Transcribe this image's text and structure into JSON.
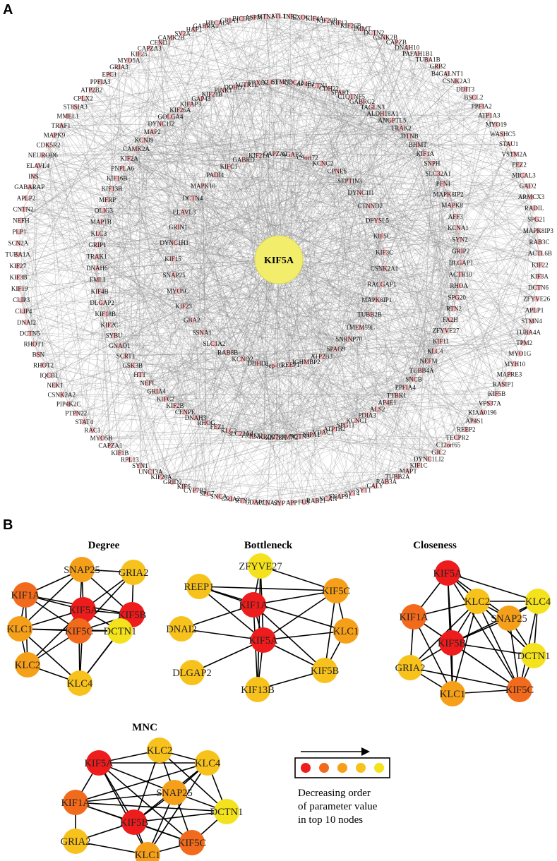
{
  "panels": {
    "a_letter": "A",
    "b_letter": "B"
  },
  "panel_a": {
    "hub": "KIF5A",
    "outer_ring": [
      "KTN1",
      "ATL1",
      "INF2",
      "EXOC1",
      "KIF4A",
      "KIF20B",
      "KIF12",
      "KIF26B",
      "IMMT",
      "DCTN2",
      "CSNK2B",
      "CAPZB",
      "DNAH10",
      "PAFAH1B1",
      "TUBA1B",
      "GRB2",
      "B4GALNT1",
      "CSNK2A3",
      "DDIT3",
      "BSCL2",
      "PPFIA2",
      "ATP1A3",
      "MYO19",
      "WASHC5",
      "STAU1",
      "VSTM2A",
      "FEZ2",
      "MICAL3",
      "GAD2",
      "ARMCX3",
      "RADIL",
      "SPG21",
      "MAPK8IP3",
      "RAB3C",
      "ACTL6B",
      "KIF22",
      "KIF3A",
      "DCTN6",
      "ZFYVE26",
      "APLP1",
      "STMN4",
      "TUBA4A",
      "TPM2",
      "MYO1G",
      "MYH10",
      "MAPRE3",
      "RASIP1",
      "KIF5B",
      "VPS37A",
      "KIAA0196",
      "AP4S1",
      "REEP2",
      "TECPR2",
      "C12orf65",
      "GJC2",
      "DYNC1LI2",
      "KIF1C",
      "MAPT",
      "TUBB2A",
      "RAB3A",
      "CALY",
      "SYT1",
      "SYT4",
      "SNAP91",
      "NCAN",
      "RAB21",
      "FUS",
      "APP",
      "SYP",
      "KCNA2",
      "GDAP1",
      "RTN1",
      "GRIA2",
      "SNCA",
      "SPG7",
      "CYP7B1",
      "KIF6",
      "GRID2",
      "KIF20A",
      "UNC13A",
      "SYN1",
      "RPL13",
      "KIF1B",
      "CAPZA1",
      "MYO5B",
      "RAC1",
      "STAT4",
      "PTPN22",
      "PIP4K2C",
      "CSNK2A2",
      "NEK1",
      "IQCB1",
      "RHOT2",
      "BSN",
      "RHOT1",
      "DCTN5",
      "DNAI2",
      "CLIP4",
      "CLIP3",
      "KIF19",
      "KIF3B",
      "KIF27",
      "TUBA1A",
      "SCN2A",
      "PLP1",
      "NEFH",
      "CNTN2",
      "APLP2",
      "GABARAP",
      "INS",
      "ELAVL4",
      "NEUROD6",
      "CDK5R2",
      "MAPK9",
      "TRAF1",
      "MMEL1",
      "ST8SIA3",
      "CPLX2",
      "ATP2B2",
      "PPFIA3",
      "EPC1",
      "GRIA3",
      "MYO5A",
      "KIF25",
      "CAPZA3",
      "CEND1",
      "CAMK2B",
      "SV2A",
      "HAP1",
      "GABRA1",
      "HPCAL4",
      "GRIA1",
      "BICD2",
      "ASPM"
    ],
    "middle_ring": [
      "ACTR1B",
      "FBXO2",
      "KLC1",
      "STMN3",
      "CDC42",
      "AP4B1",
      "DCTN1",
      "CDH22",
      "SPART",
      "C1QTNF5",
      "GABRG2",
      "TAGLN3",
      "ALDH18A1",
      "ANGPTL5",
      "TRAK2",
      "DTNB",
      "BHMT",
      "KIF1A",
      "SNPH",
      "SLC32A1",
      "PFN1",
      "MAPK8IP2",
      "MAPK8",
      "AFF3",
      "KCNA1",
      "SYN2",
      "GRIP2",
      "DLGAP1",
      "ACTR10",
      "RHOA",
      "SPG20",
      "RTN2",
      "FA2H",
      "ZFYVE27",
      "KIF11",
      "KLC4",
      "NEFM",
      "TUBB4A",
      "SNCB",
      "PPFIA4",
      "TTBK1",
      "AP4E1",
      "ALS2",
      "PDIA3",
      "KCNC1",
      "SPG11",
      "ATP1B2",
      "VDAC1",
      "NIPA1",
      "DCTN3",
      "STMN2",
      "KIF18A",
      "ANKRD27",
      "PRKCQ",
      "SLC22A4",
      "KLC2",
      "FEZ1",
      "RHOG",
      "DNAH3",
      "CENPE",
      "KIF2B",
      "KIFC2",
      "GRIA4",
      "NEFL",
      "HTT",
      "GSK3B",
      "SCRT1",
      "GNAO1",
      "SYBU",
      "KIF2C",
      "KIF18B",
      "DLGAP2",
      "KIF4B",
      "EML1",
      "DNAH6",
      "TRAK1",
      "GRIP1",
      "KLC3",
      "MAP1B",
      "OLIG3",
      "MFRP",
      "KIF13B",
      "KIF16B",
      "PNPLA6",
      "KIF2A",
      "CAMK2A",
      "KCNJ9",
      "MAP2",
      "DYNC1I2",
      "GOLGA4",
      "KIF26A",
      "KIFAP3",
      "GAP43",
      "KIF21B",
      "PINK1",
      "DDHD2"
    ],
    "inner_ring": [
      "AGAP2",
      "C9orf72",
      "KCNC2",
      "CPNE6",
      "SEPTIN3",
      "DYNC1I1",
      "CTNND2",
      "DPYSL5",
      "KIF5C",
      "KIF3C",
      "CSNK2A1",
      "RACGAP1",
      "MAPK8IP1",
      "TUBB2B",
      "TMEM59L",
      "SNRNP70",
      "SPAG9",
      "ATP2B3",
      "IGHMBP2",
      "REEP1",
      "Sep-03",
      "DDHD1",
      "KCNQ2",
      "RAB8B",
      "SLC1A2",
      "SSNA1",
      "GBA2",
      "KIF23",
      "MYO5C",
      "SNAP25",
      "KIF15",
      "DYNC1H1",
      "GRIN1",
      "ELAVL3",
      "DCTN4",
      "MAPK10",
      "PADI4",
      "KIFC1",
      "GABRD",
      "KIF21A",
      "CAPZA2"
    ]
  },
  "panel_b": {
    "subnetworks": [
      {
        "title": "Degree",
        "nodes": [
          {
            "label": "SNAP25",
            "rank": 3
          },
          {
            "label": "GRIA2",
            "rank": 4
          },
          {
            "label": "KIF1A",
            "rank": 2
          },
          {
            "label": "KIF5A",
            "rank": 1
          },
          {
            "label": "KIF5B",
            "rank": 1
          },
          {
            "label": "KLC1",
            "rank": 3
          },
          {
            "label": "KIF5C",
            "rank": 2
          },
          {
            "label": "DCTN1",
            "rank": 5
          },
          {
            "label": "KLC2",
            "rank": 3
          },
          {
            "label": "KLC4",
            "rank": 4
          }
        ]
      },
      {
        "title": "Bottleneck",
        "nodes": [
          {
            "label": "ZFYVE27",
            "rank": 5
          },
          {
            "label": "REEP1",
            "rank": 4
          },
          {
            "label": "KIF5C",
            "rank": 3
          },
          {
            "label": "KIF1A",
            "rank": 1
          },
          {
            "label": "DNAI2",
            "rank": 4
          },
          {
            "label": "KIF5A",
            "rank": 1
          },
          {
            "label": "KLC1",
            "rank": 3
          },
          {
            "label": "DLGAP2",
            "rank": 4
          },
          {
            "label": "KIF5B",
            "rank": 4
          },
          {
            "label": "KIF13B",
            "rank": 4
          }
        ]
      },
      {
        "title": "Closeness",
        "nodes": [
          {
            "label": "KIF5A",
            "rank": 1
          },
          {
            "label": "KLC2",
            "rank": 4
          },
          {
            "label": "KLC4",
            "rank": 5
          },
          {
            "label": "KIF1A",
            "rank": 2
          },
          {
            "label": "SNAP25",
            "rank": 3
          },
          {
            "label": "KIF5B",
            "rank": 1
          },
          {
            "label": "DCTN1",
            "rank": 5
          },
          {
            "label": "GRIA2",
            "rank": 4
          },
          {
            "label": "KLC1",
            "rank": 3
          },
          {
            "label": "KIF5C",
            "rank": 2
          }
        ]
      },
      {
        "title": "MNC",
        "nodes": [
          {
            "label": "KLC2",
            "rank": 4
          },
          {
            "label": "KIF5A",
            "rank": 1
          },
          {
            "label": "KLC4",
            "rank": 4
          },
          {
            "label": "SNAP25",
            "rank": 3
          },
          {
            "label": "KIF1A",
            "rank": 2
          },
          {
            "label": "DCTN1",
            "rank": 5
          },
          {
            "label": "KIF5B",
            "rank": 1
          },
          {
            "label": "GRIA2",
            "rank": 4
          },
          {
            "label": "KIF5C",
            "rank": 2
          },
          {
            "label": "KLC1",
            "rank": 3
          }
        ]
      }
    ],
    "legend": {
      "colors": [
        "#ee1c1c",
        "#f26a1b",
        "#f6a01a",
        "#f8c21c",
        "#f4e21c"
      ],
      "lines": [
        "Decreasing order",
        "of parameter value",
        "in top 10 nodes"
      ]
    }
  }
}
